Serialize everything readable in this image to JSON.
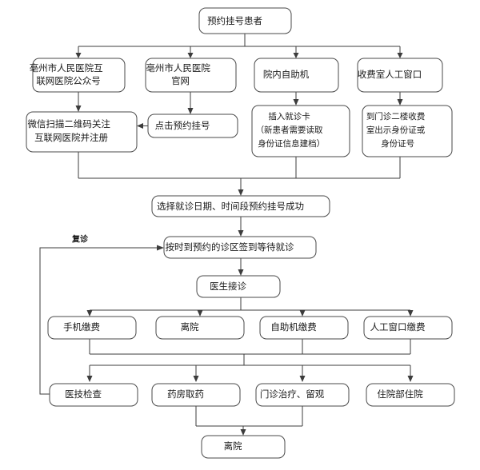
{
  "diagram": {
    "title_partial_cropped": "",
    "edge_labels": {
      "revisit": "复诊"
    },
    "nodes": {
      "start": "预约挂号患者",
      "channel_wechat": "亳州市人民医院互\n联网医院公众号",
      "channel_website": "亳州市人民医院\n官网",
      "channel_kiosk": "院内自助机",
      "channel_counter": "收费室人工窗口",
      "wechat_scan": "微信扫描二维码关注\n互联网医院并注册",
      "click_booking": "点击预约挂号",
      "insert_card": "插入就诊卡\n（新患者需要读取\n身份证信息建档）",
      "show_id": "到门诊二楼收费\n室出示身份证或\n身份证号",
      "booking_success": "选择就诊日期、时间段预约挂号成功",
      "checkin": "按时到预约的诊区签到等待就诊",
      "doctor_visit": "医生接诊",
      "pay_mobile": "手机缴费",
      "leave_early": "离院",
      "pay_kiosk": "自助机缴费",
      "pay_counter": "人工窗口缴费",
      "exam": "医技检查",
      "pharmacy": "药房取药",
      "outpatient_treat": "门诊治疗、留观",
      "inpatient": "住院部住院",
      "leave_final": "离院"
    },
    "node_lines": {
      "start": [
        "预约挂号患者"
      ],
      "channel_wechat": [
        "亳州市人民医院互",
        "联网医院公众号"
      ],
      "channel_website": [
        "亳州市人民医院",
        "官网"
      ],
      "channel_kiosk": [
        "院内自助机"
      ],
      "channel_counter": [
        "收费室人工窗口"
      ],
      "wechat_scan": [
        "微信扫描二维码关注",
        "互联网医院并注册"
      ],
      "click_booking": [
        "点击预约挂号"
      ],
      "insert_card": [
        "插入就诊卡",
        "（新患者需要读取",
        "身份证信息建档）"
      ],
      "show_id": [
        "到门诊二楼收费",
        "室出示身份证或",
        "身份证号"
      ],
      "booking_success": [
        "选择就诊日期、时间段预约挂号成功"
      ],
      "checkin": [
        "按时到预约的诊区签到等待就诊"
      ],
      "doctor_visit": [
        "医生接诊"
      ],
      "pay_mobile": [
        "手机缴费"
      ],
      "leave_early": [
        "离院"
      ],
      "pay_kiosk": [
        "自助机缴费"
      ],
      "pay_counter": [
        "人工窗口缴费"
      ],
      "exam": [
        "医技检查"
      ],
      "pharmacy": [
        "药房取药"
      ],
      "outpatient_treat": [
        "门诊治疗、留观"
      ],
      "inpatient": [
        "住院部住院"
      ],
      "leave_final": [
        "离院"
      ]
    },
    "colors": {
      "node_stroke": "#4a4a4a",
      "node_fill": "#ffffff",
      "edge_stroke": "#3c3c3c",
      "text": "#1a1a1a",
      "background": "#ffffff"
    }
  }
}
